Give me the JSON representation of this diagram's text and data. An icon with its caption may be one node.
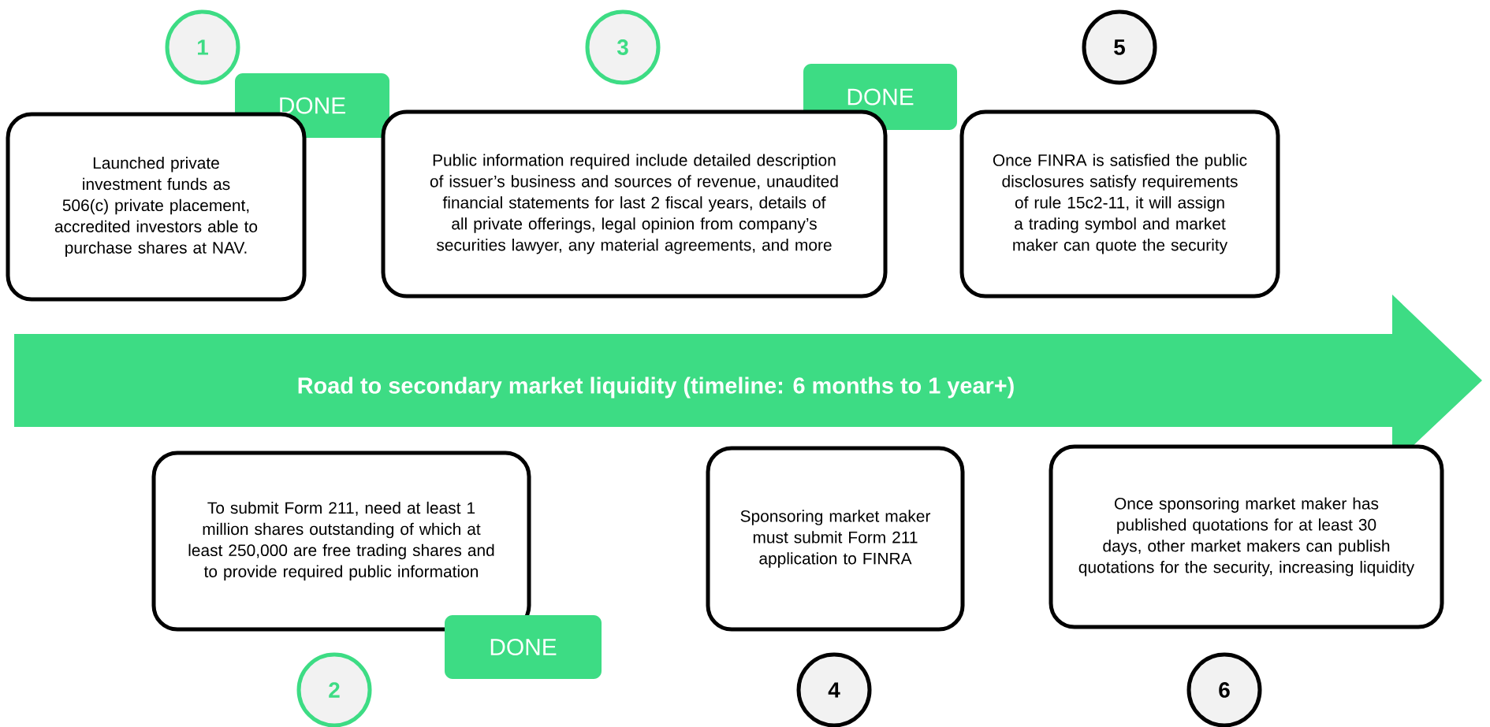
{
  "diagram": {
    "nodes": [
      {
        "text": [
          "1"
        ]
      },
      {
        "text": [
          "3"
        ]
      },
      {
        "text": [
          "5"
        ]
      },
      {
        "text": [
          "DONE"
        ]
      },
      {
        "text": [
          "DONE"
        ]
      },
      {
        "text": [
          "Launched private investment funds as 506(c) private placement, accredited investors able to purchase shares at NAV."
        ]
      },
      {
        "text": [
          "Public information required include detailed description of issuer’s business and sources of revenue, unaudited financial statements for last 2 fiscal years, details of all private offerings, legal opinion from company’s securities lawyer, any material agreements, and more"
        ]
      },
      {
        "text": [
          "Once FINRA is satisfied the public disclosures satisfy requirements of rule 15c2-11, it will assign a trading symbol and market maker can quote the security"
        ]
      },
      {
        "text": [
          "Road to secondary market liquidity (timeline: 6 months to 1 year+)"
        ]
      },
      {
        "text": [
          "To submit Form 211, need at least 1 million shares outstanding of which at least 250,000 are free trading shares and to provide required public information"
        ]
      },
      {
        "text": [
          "Sponsoring market maker must submit Form 211 application to FINRA"
        ]
      },
      {
        "text": [
          "Once sponsoring market maker has published quotations for at least 30 days, other market makers can publish quotations for the security, increasing liquidity"
        ]
      },
      {
        "text": [
          "DONE"
        ]
      },
      {
        "text": [
          "2"
        ]
      },
      {
        "text": [
          "4"
        ]
      },
      {
        "text": [
          "6"
        ]
      }
    ]
  }
}
